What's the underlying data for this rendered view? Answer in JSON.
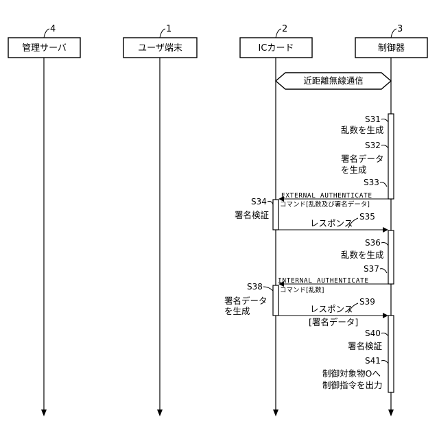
{
  "participants": [
    {
      "id": "server",
      "label": "管理サーバ",
      "ref": "4"
    },
    {
      "id": "terminal",
      "label": "ユーザ端末",
      "ref": "1"
    },
    {
      "id": "iccard",
      "label": "ICカード",
      "ref": "2"
    },
    {
      "id": "controller",
      "label": "制御器",
      "ref": "3"
    }
  ],
  "nfc_label": "近距離無線通信",
  "steps": {
    "s31": {
      "id": "S31",
      "lines": [
        "乱数を生成"
      ]
    },
    "s32": {
      "id": "S32",
      "lines": [
        "署名データ",
        "を生成"
      ]
    },
    "s33": {
      "id": "S33",
      "msg": "EXTERNAL AUTHENTICATE",
      "cmd": "コマンド[乱数及び署名データ]"
    },
    "s34": {
      "id": "S34",
      "lines": [
        "署名検証"
      ]
    },
    "s35": {
      "id": "S35",
      "msg": "レスポンス"
    },
    "s36": {
      "id": "S36",
      "lines": [
        "乱数を生成"
      ]
    },
    "s37": {
      "id": "S37",
      "msg": "INTERNAL AUTHENTICATE",
      "cmd": "コマンド[乱数]"
    },
    "s38": {
      "id": "S38",
      "lines": [
        "署名データ",
        "を生成"
      ]
    },
    "s39": {
      "id": "S39",
      "msg": "レスポンス",
      "sub": "[署名データ]"
    },
    "s40": {
      "id": "S40",
      "lines": [
        "署名検証"
      ]
    },
    "s41": {
      "id": "S41",
      "lines": [
        "制御対象物Oへ",
        "制御指令を出力"
      ]
    }
  }
}
